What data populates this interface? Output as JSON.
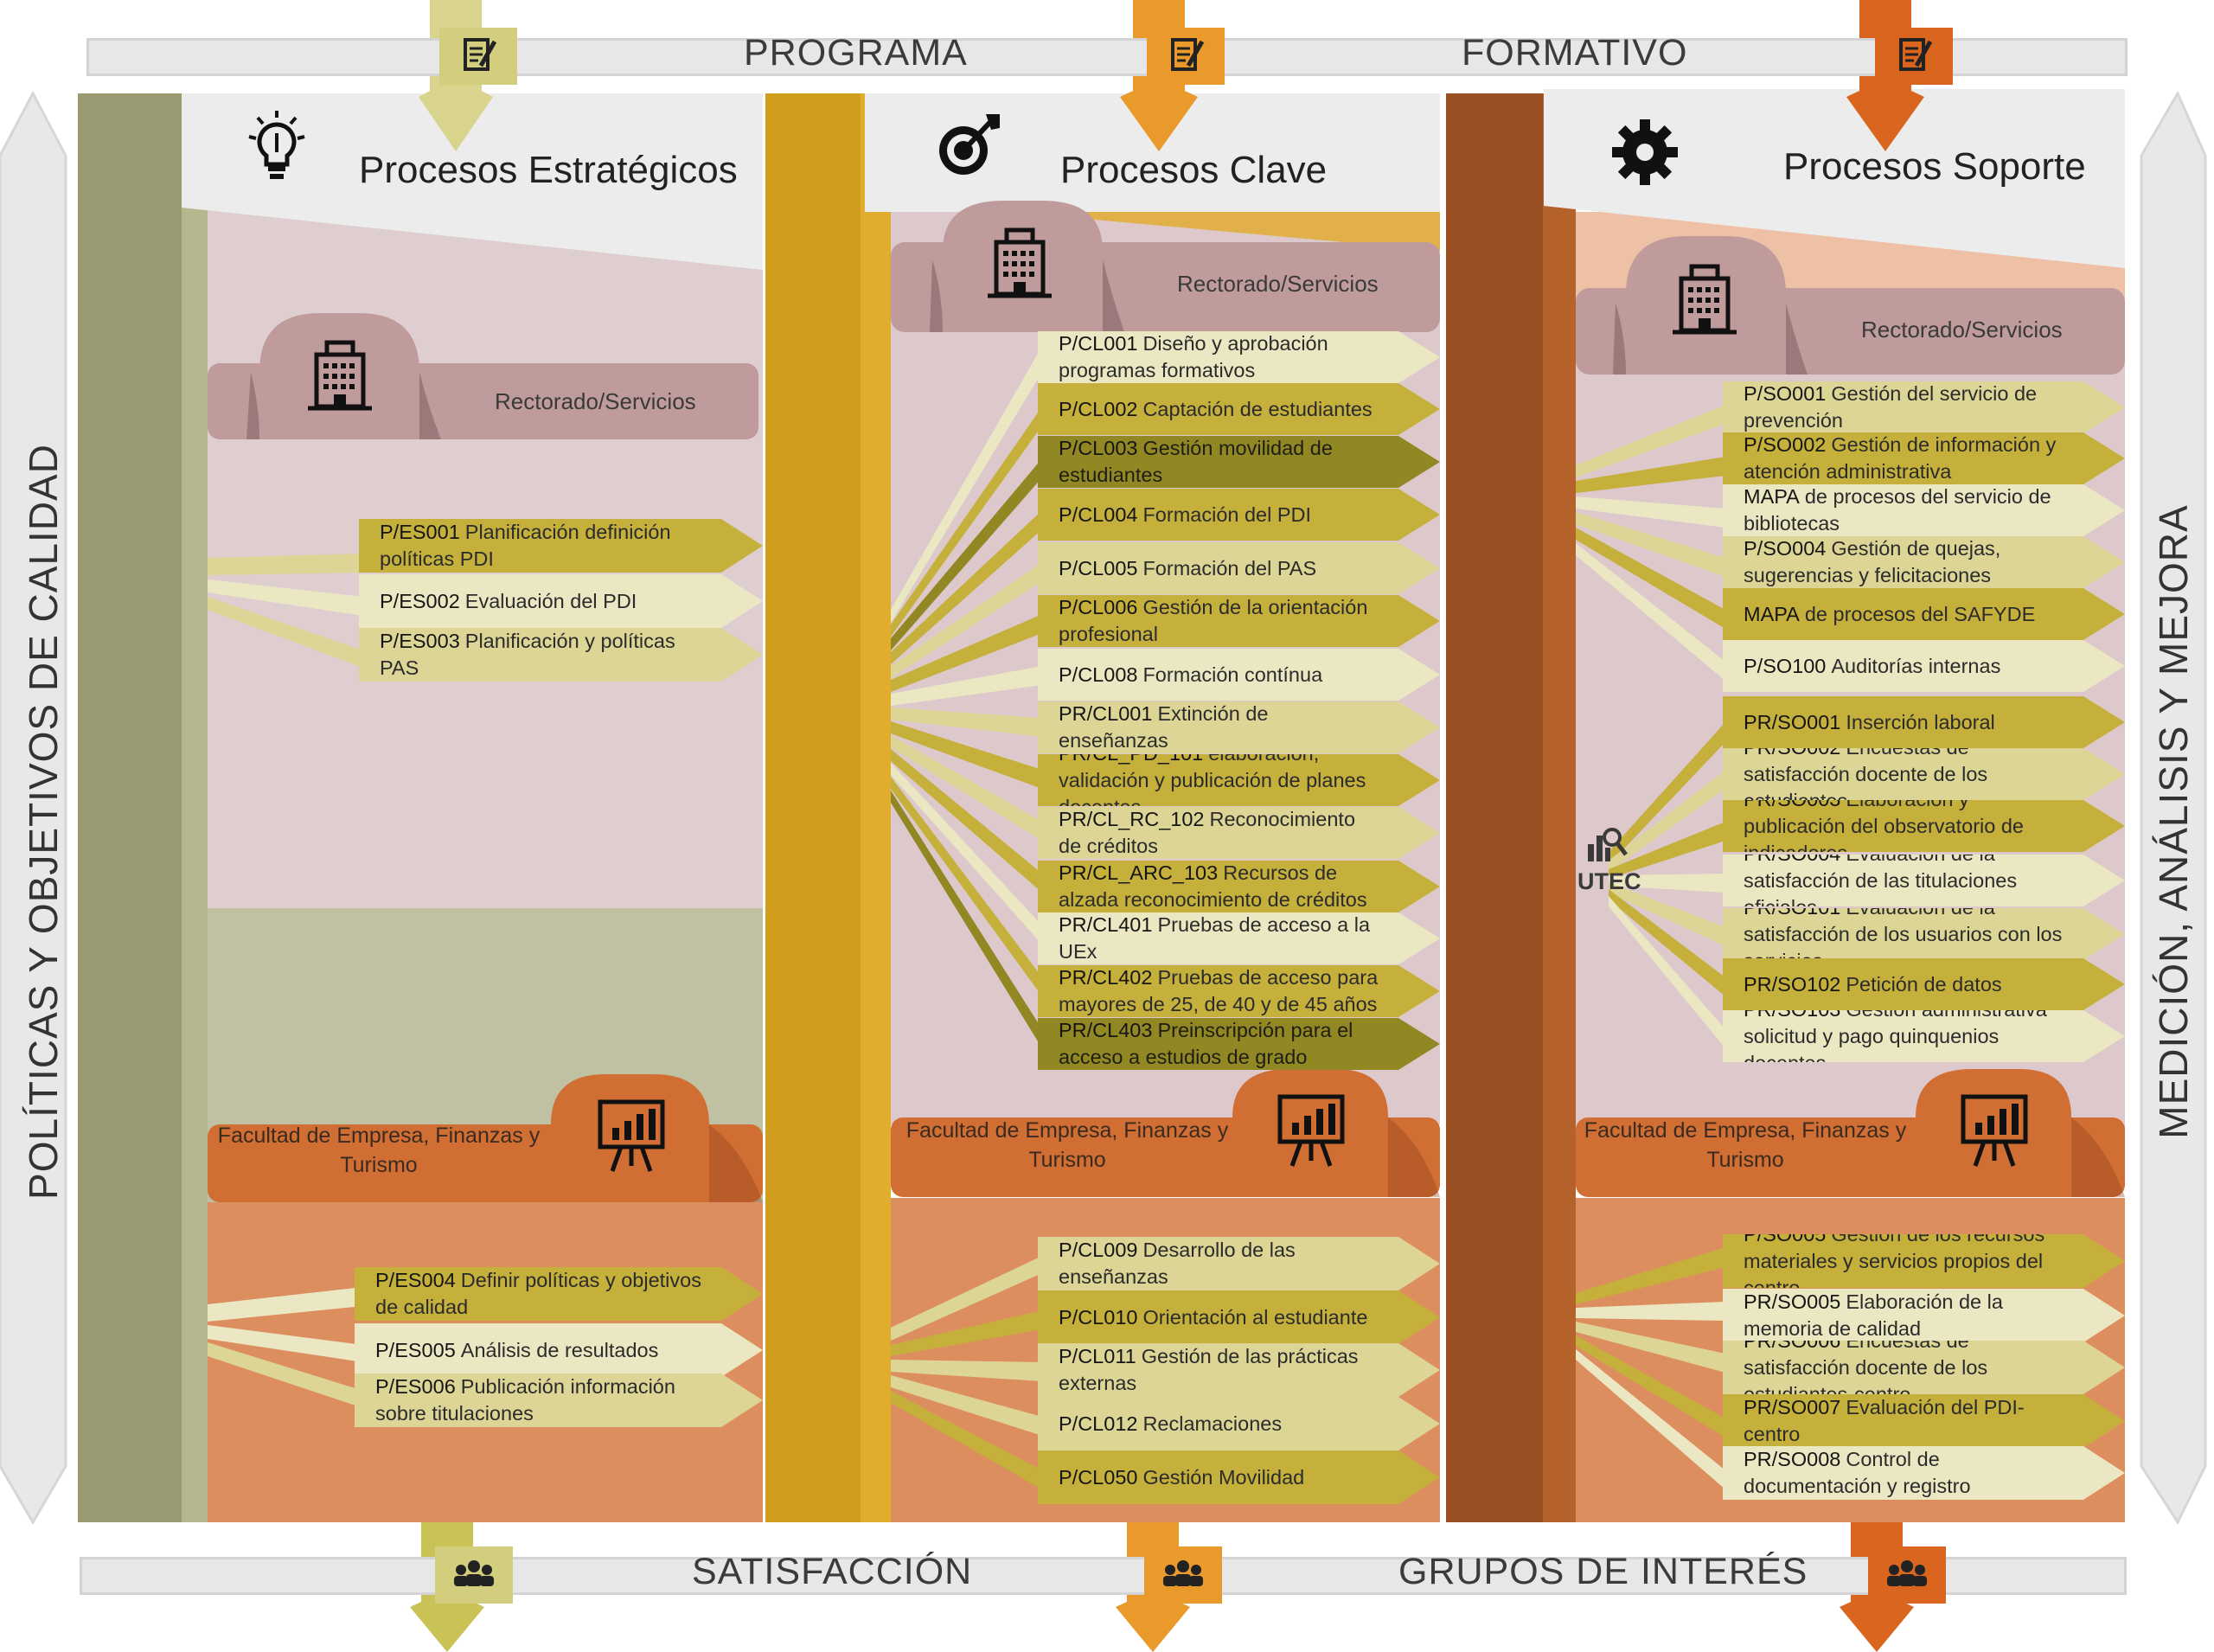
{
  "banners": {
    "top_left": "PROGRAMA",
    "top_right": "FORMATIVO",
    "bottom_left": "SATISFACCIÓN",
    "bottom_right": "GRUPOS DE INTERÉS"
  },
  "side_labels": {
    "left": "POLÍTICAS Y OBJETIVOS DE CALIDAD",
    "right": "MEDICIÓN, ANÁLISIS Y MEJORA"
  },
  "colors": {
    "strategic": "#c9c356",
    "key": "#e29a2a",
    "support": "#d9651e",
    "rectorado_panel": "#bf9b9c",
    "faculty_panel": "#d06e33"
  },
  "icons": {
    "strategic": "lightbulb-icon",
    "key": "target-icon",
    "support": "gear-icon",
    "rectorado": "building-icon",
    "faculty": "presentation-chart-icon",
    "program": "document-edit-icon",
    "satisfaction": "people-group-icon",
    "utec": "magnifier-chart-icon"
  },
  "columns": [
    {
      "title": "Procesos Estratégicos",
      "rectorado_label": "Rectorado/Servicios",
      "faculty_label_line1": "Facultad de Empresa, Finanzas y",
      "faculty_label_line2": "Turismo",
      "rectorado_items": [
        {
          "code": "P/ES001",
          "text": "Planificación definición políticas PDI",
          "shade": "S"
        },
        {
          "code": "P/ES002",
          "text": "Evaluación del PDI",
          "shade": "W"
        },
        {
          "code": "P/ES003",
          "text": "Planificación y políticas PAS",
          "shade": "M"
        }
      ],
      "faculty_items": [
        {
          "code": "P/ES004",
          "text": "Definir políticas y objetivos de calidad",
          "shade": "S"
        },
        {
          "code": "P/ES005",
          "text": "Análisis de resultados",
          "shade": "W"
        },
        {
          "code": "P/ES006",
          "text": "Publicación información sobre titulaciones",
          "shade": "M"
        }
      ]
    },
    {
      "title": "Procesos Clave",
      "rectorado_label": "Rectorado/Servicios",
      "faculty_label_line1": "Facultad de Empresa, Finanzas y",
      "faculty_label_line2": "Turismo",
      "rectorado_items": [
        {
          "code": "P/CL001",
          "text": "Diseño y aprobación programas formativos",
          "shade": "W"
        },
        {
          "code": "P/CL002",
          "text": "Captación de estudiantes",
          "shade": "S"
        },
        {
          "code": "P/CL003",
          "text": "Gestión movilidad de estudiantes",
          "shade": "D"
        },
        {
          "code": "P/CL004",
          "text": "Formación del PDI",
          "shade": "S"
        },
        {
          "code": "P/CL005",
          "text": "Formación del PAS",
          "shade": "M"
        },
        {
          "code": "P/CL006",
          "text": "Gestión de la orientación profesional",
          "shade": "S"
        },
        {
          "code": "P/CL008",
          "text": "Formación contínua",
          "shade": "W"
        },
        {
          "code": "PR/CL001",
          "text": "Extinción de enseñanzas",
          "shade": "M"
        },
        {
          "code": "PR/CL_PD_101",
          "text": "elaboración, validación y publicación de planes docentes",
          "shade": "S"
        },
        {
          "code": "PR/CL_RC_102",
          "text": "Reconocimiento de créditos",
          "shade": "M"
        },
        {
          "code": "PR/CL_ARC_103",
          "text": "Recursos de alzada reconocimiento de créditos",
          "shade": "S"
        },
        {
          "code": "PR/CL401",
          "text": "Pruebas de acceso a la UEx",
          "shade": "W"
        },
        {
          "code": "PR/CL402",
          "text": "Pruebas de acceso para mayores de 25, de 40 y de 45 años",
          "shade": "S"
        },
        {
          "code": "PR/CL403",
          "text": "Preinscripción para el acceso a estudios de grado",
          "shade": "D"
        }
      ],
      "faculty_items": [
        {
          "code": "P/CL009",
          "text": "Desarrollo de las enseñanzas",
          "shade": "M"
        },
        {
          "code": "P/CL010",
          "text": "Orientación al estudiante",
          "shade": "S"
        },
        {
          "code": "P/CL011",
          "text": "Gestión de las prácticas externas",
          "shade": "M"
        },
        {
          "code": "P/CL012",
          "text": "Reclamaciones",
          "shade": "M"
        },
        {
          "code": "P/CL050",
          "text": "Gestión Movilidad",
          "shade": "S"
        }
      ]
    },
    {
      "title": "Procesos Soporte",
      "rectorado_label": "Rectorado/Servicios",
      "faculty_label_line1": "Facultad de Empresa, Finanzas y",
      "faculty_label_line2": "Turismo",
      "utec_label": "UTEC",
      "rectorado_items": [
        {
          "code": "P/SO001",
          "text": "Gestión del servicio de prevención",
          "shade": "M"
        },
        {
          "code": "P/SO002",
          "text": "Gestión de información y atención administrativa",
          "shade": "S"
        },
        {
          "code": "MAPA",
          "text": "de procesos del servicio de bibliotecas",
          "shade": "W"
        },
        {
          "code": "P/SO004",
          "text": "Gestión de quejas, sugerencias y felicitaciones",
          "shade": "M"
        },
        {
          "code": "MAPA",
          "text": "de procesos del SAFYDE",
          "shade": "S"
        },
        {
          "code": "P/SO100",
          "text": "Auditorías internas",
          "shade": "W"
        }
      ],
      "utec_items": [
        {
          "code": "PR/SO001",
          "text": "Inserción laboral",
          "shade": "S"
        },
        {
          "code": "PR/SO002",
          "text": "Encuestas de satisfacción docente de los estudiantes",
          "shade": "M"
        },
        {
          "code": "PR/SO003",
          "text": "Elaboración y publicación del observatorio de indicadores",
          "shade": "S"
        },
        {
          "code": "PR/SO004",
          "text": "Evaluación de la satisfacción de las titulaciones oficiales",
          "shade": "W"
        },
        {
          "code": "PR/SO101",
          "text": "Evaluación de la satisfacción de los usuarios con los servicios",
          "shade": "M"
        },
        {
          "code": "PR/SO102",
          "text": "Petición de datos",
          "shade": "S"
        },
        {
          "code": "PR/SO103",
          "text": "Gestión administrativa solicitud y pago quinquenios docentes",
          "shade": "W"
        }
      ],
      "faculty_items": [
        {
          "code": "P/SO005",
          "text": "Gestión de los recursos materiales y servicios propios del centro",
          "shade": "S"
        },
        {
          "code": "PR/SO005",
          "text": "Elaboración de la memoria de calidad",
          "shade": "W"
        },
        {
          "code": "PR/SO006",
          "text": "Encuestas de satisfacción docente de los estudiantes-centro",
          "shade": "M"
        },
        {
          "code": "PR/SO007",
          "text": "Evaluación del PDI-centro",
          "shade": "S"
        },
        {
          "code": "PR/SO008",
          "text": "Control de documentación y registro",
          "shade": "W"
        }
      ]
    }
  ]
}
